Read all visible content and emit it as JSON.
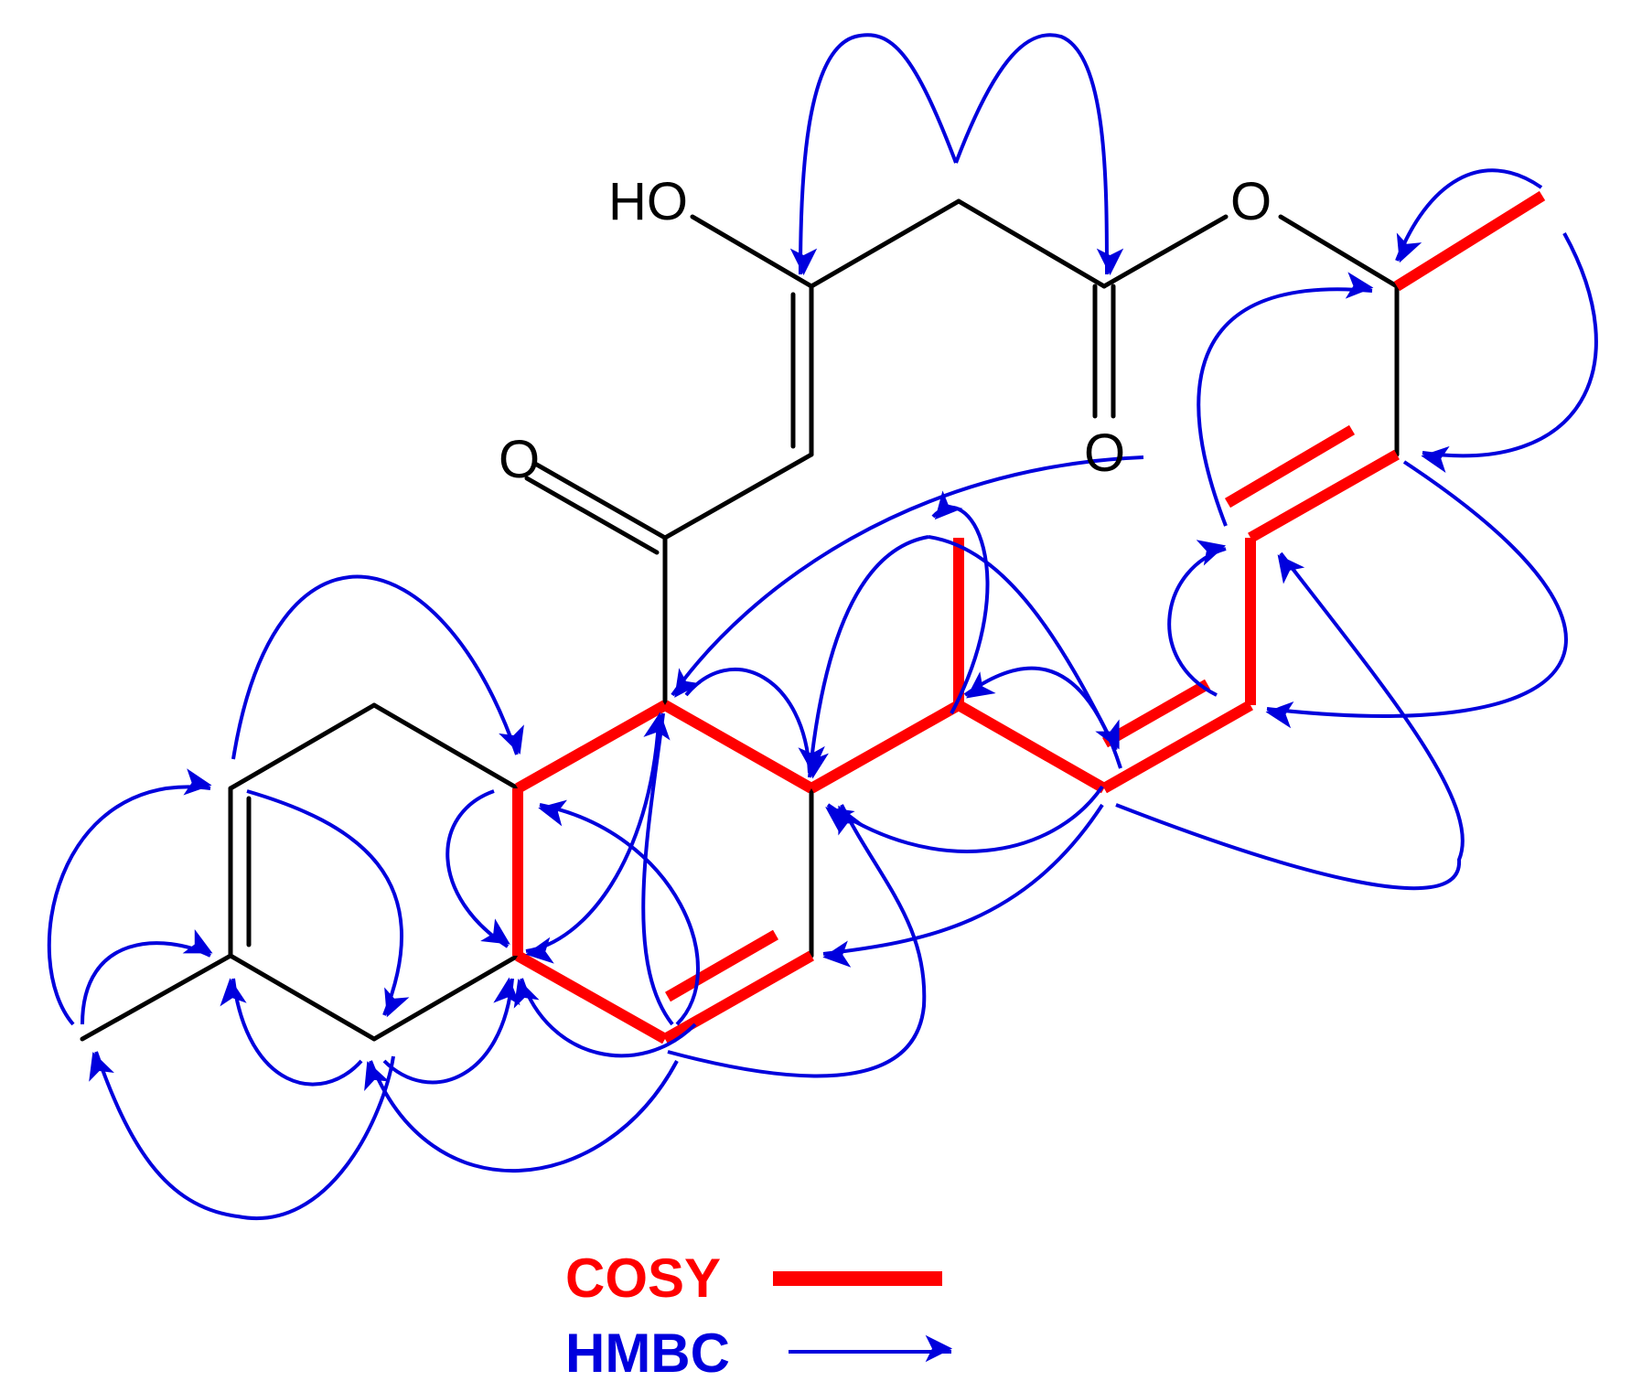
{
  "atoms": {
    "hydroxyl": "HO",
    "ketone_oxygen": "O",
    "ester_oxygen": "O",
    "carbonyl_oxygen": "O"
  },
  "legend": {
    "cosy": {
      "label": "COSY",
      "color": "#ff0000"
    },
    "hmbc": {
      "label": "HMBC",
      "color": "#0000dd"
    }
  },
  "colors": {
    "bond": "#000000",
    "cosy": "#ff0000",
    "hmbc": "#0000dd"
  }
}
